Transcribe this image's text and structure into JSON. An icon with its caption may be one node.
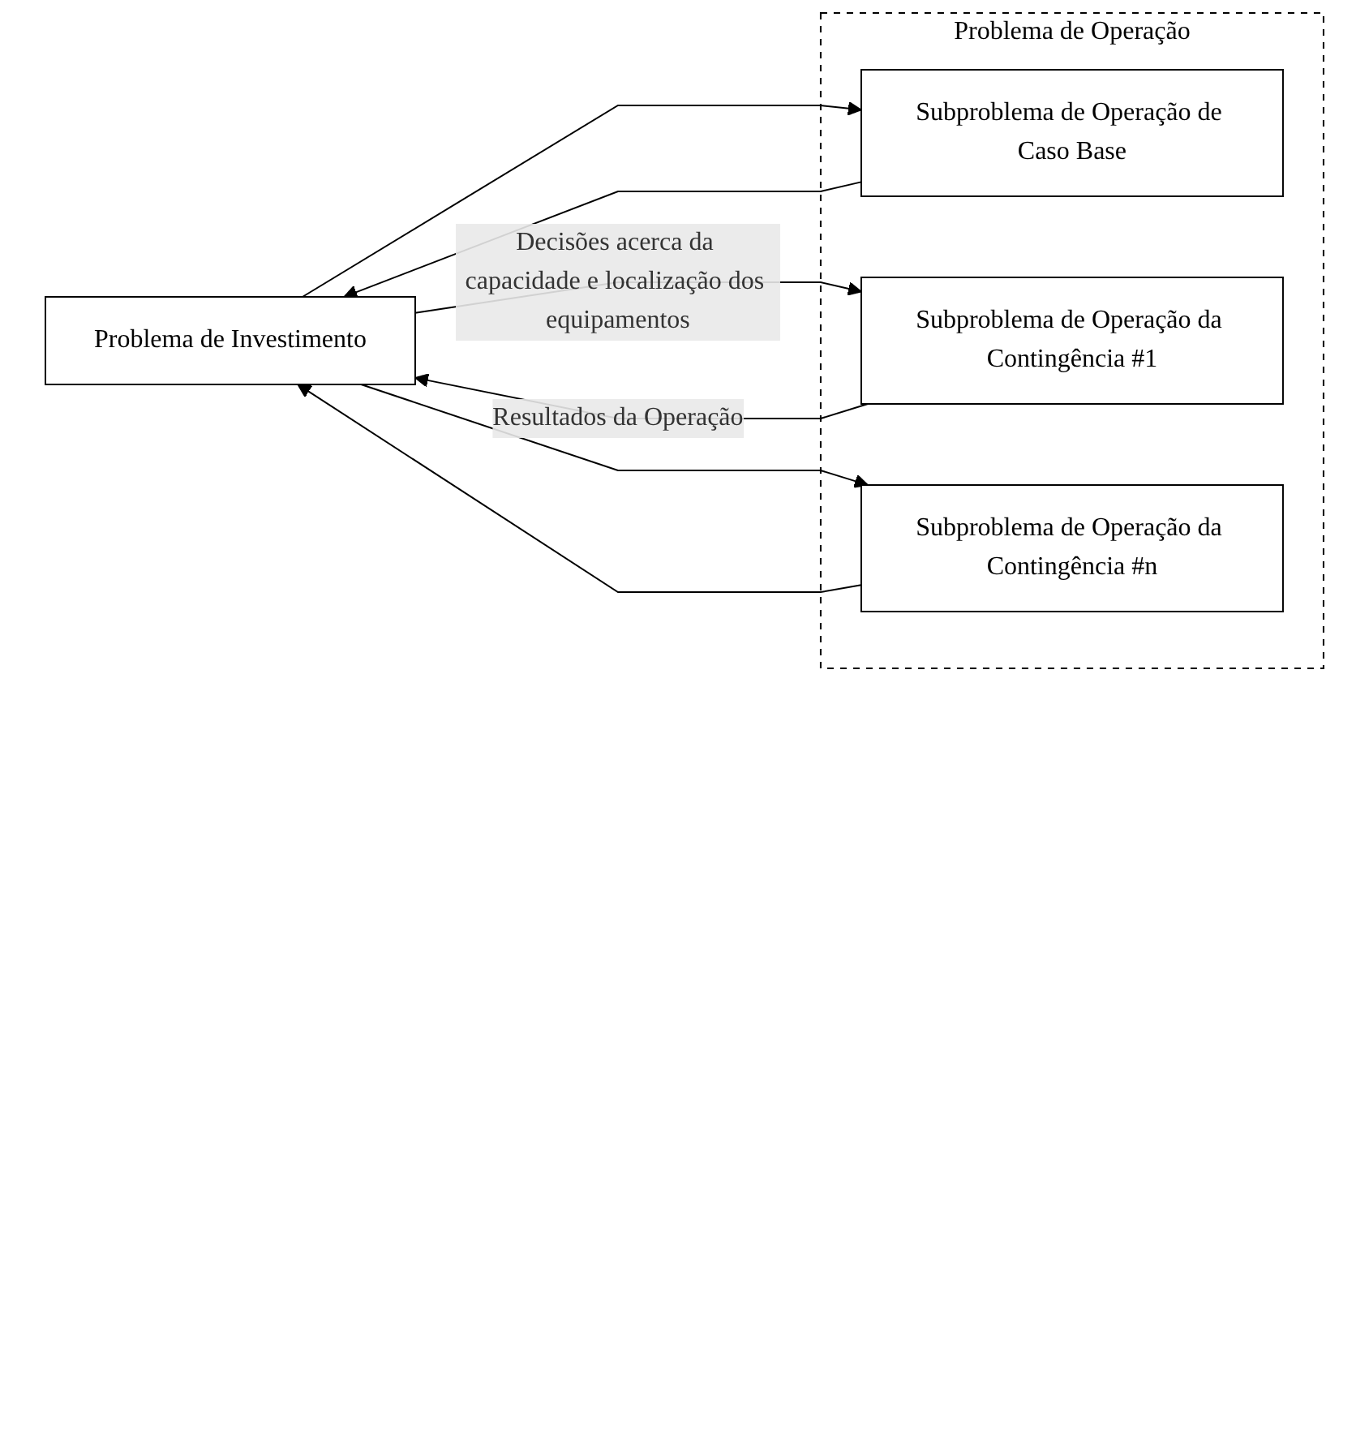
{
  "diagram": {
    "nodes": [
      {
        "text": [
          "Problema de Investimento"
        ]
      },
      {
        "text": [
          "Problema de Operação"
        ]
      },
      {
        "text": [
          "Subproblema de Operação de Caso Base"
        ],
        "in": 1
      },
      {
        "text": [
          "Subproblema de Operação da Contingência #1"
        ],
        "in": 1
      },
      {
        "text": [
          "Subproblema de Operação da Contingência #n"
        ],
        "in": 1
      }
    ],
    "edges": [
      {
        "from": 0,
        "to": 2,
        "arrow": "to"
      },
      {
        "from": 0,
        "to": 3,
        "arrow": "to",
        "label": "Decisões acerca da capacidade e localização dos equipamentos"
      },
      {
        "from": 0,
        "to": 4,
        "arrow": "to"
      },
      {
        "from": 2,
        "to": 0,
        "arrow": "to"
      },
      {
        "from": 3,
        "to": 0,
        "arrow": "to",
        "label": "Resultados da Operação"
      },
      {
        "from": 4,
        "to": 0,
        "arrow": "to"
      }
    ]
  }
}
